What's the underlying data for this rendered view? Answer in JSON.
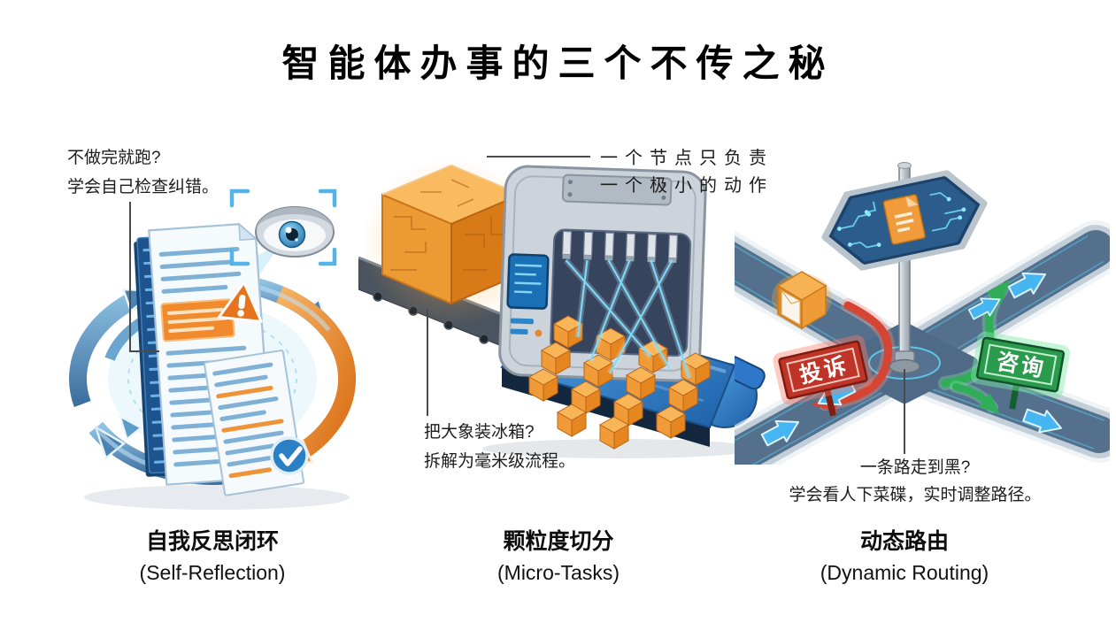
{
  "title": "智能体办事的三个不传之秘",
  "panels": {
    "self_reflection": {
      "annotation": [
        "不做完就跑?",
        "学会自己检查纠错。"
      ],
      "caption_zh": "自我反思闭环",
      "caption_en": "(Self-Reflection)"
    },
    "micro_tasks": {
      "annotation_top": [
        "一个节点只负责",
        "一个极小的动作"
      ],
      "annotation_bottom": [
        "把大象装冰箱?",
        "拆解为毫米级流程。"
      ],
      "caption_zh": "颗粒度切分",
      "caption_en": "(Micro-Tasks)"
    },
    "dynamic_routing": {
      "annotation": [
        "一条路走到黑?",
        "学会看人下菜碟，实时调整路径。"
      ],
      "sign_complaint": "投诉",
      "sign_consult": "咨询",
      "caption_zh": "动态路由",
      "caption_en": "(Dynamic Routing)"
    }
  },
  "colors": {
    "background": "#ffffff",
    "title_text": "#000000",
    "annotation_text": "#1c1c1c",
    "accent_orange": "#ef9434",
    "accent_blue": "#3fa9e8",
    "deep_blue": "#1d5fa8",
    "ring_blue": "#4a96cc",
    "laser_cyan": "#7fdcfc",
    "road_gray": "#54708c",
    "complaint_red": "#bf3428",
    "consult_green": "#2a9a4d",
    "metal_gray": "#ccd3da"
  }
}
